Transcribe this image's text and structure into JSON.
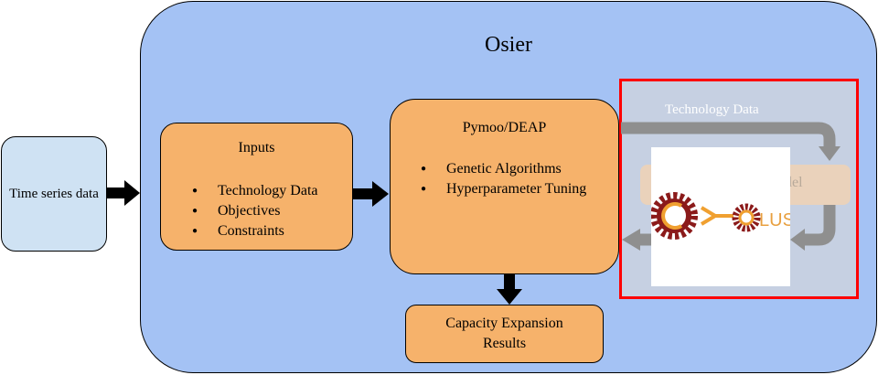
{
  "title": "Osier",
  "time_series": "Time series data",
  "inputs": {
    "title": "Inputs",
    "items": [
      "Technology Data",
      "Objectives",
      "Constraints"
    ]
  },
  "pymoo": {
    "title": "Pymoo/DEAP",
    "items": [
      "Genetic Algorithms",
      "Hyperparameter Tuning"
    ]
  },
  "results": "Capacity Expansion Results",
  "overlay": {
    "flow_label": "Technology Data",
    "model_label_partial": "del",
    "logo_text": "LUS"
  },
  "colors": {
    "osier_fill": "#a4c2f4",
    "input_fill": "#cfe2f3",
    "module_fill": "#f6b26b",
    "highlight_border": "#ff0000",
    "logo_red": "#8b1a1a",
    "logo_orange": "#f0a030"
  }
}
